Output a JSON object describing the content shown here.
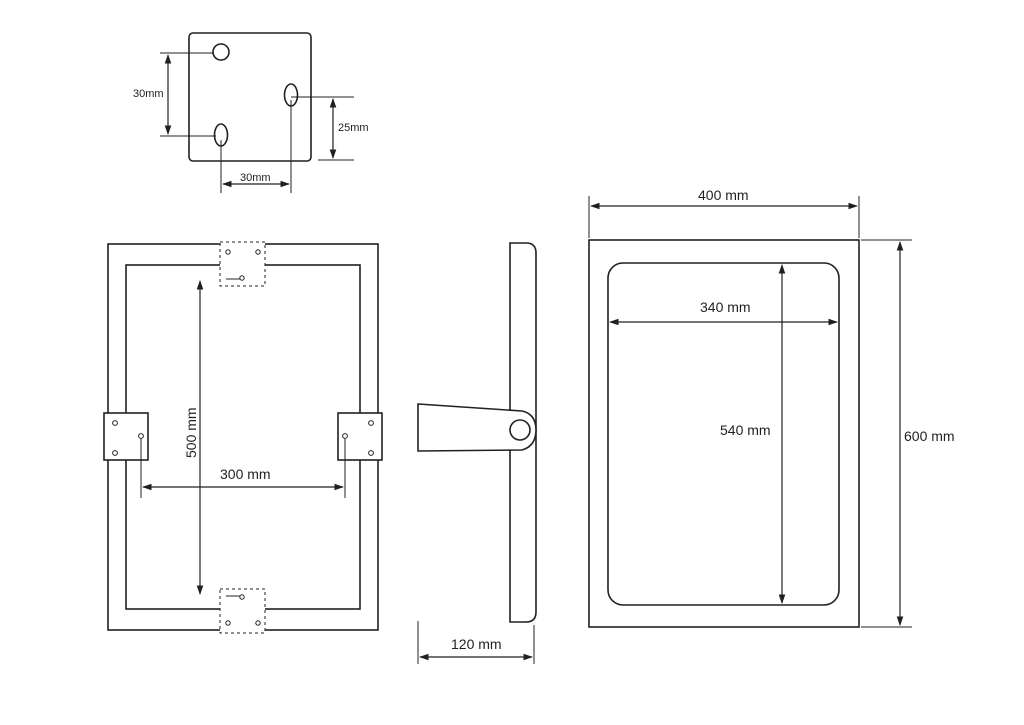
{
  "plate": {
    "hole_vertical_spacing": "30mm",
    "hole_horizontal_spacing": "30mm",
    "hole_offset_from_bottom": "25mm"
  },
  "front_view": {
    "height_label": "500 mm",
    "width_label": "300 mm"
  },
  "side_view": {
    "depth_label": "120 mm"
  },
  "mirror_view": {
    "outer_width_label": "400 mm",
    "outer_height_label": "600 mm",
    "inner_width_label": "340 mm",
    "inner_height_label": "540 mm"
  },
  "colors": {
    "line": "#231f20",
    "background": "#ffffff"
  }
}
